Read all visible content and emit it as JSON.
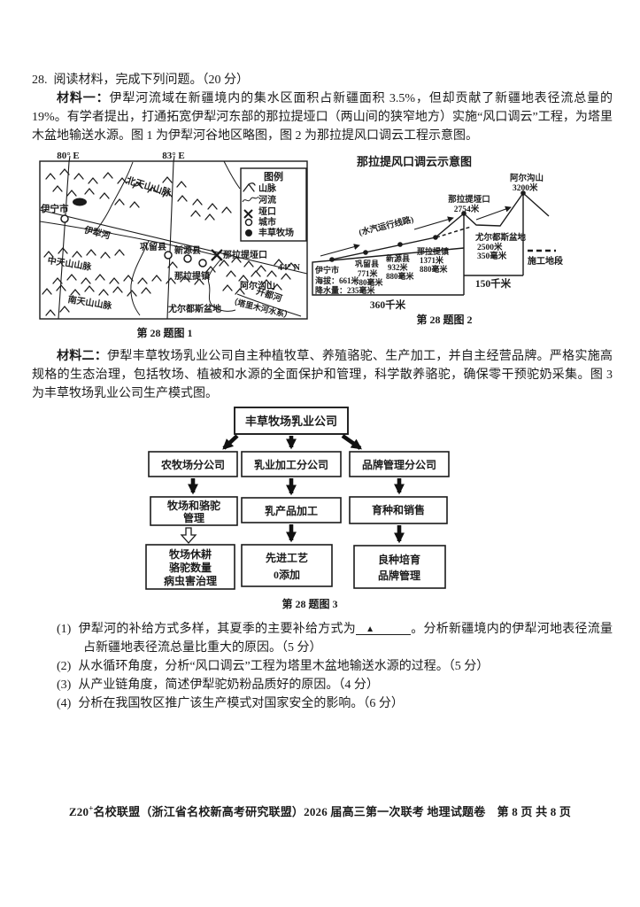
{
  "header": {
    "number": "28.",
    "text": "阅读材料，完成下列问题。（20 分）"
  },
  "material1": {
    "label": "材料一：",
    "text": "伊犁河流域在新疆境内的集水区面积占新疆面积 3.5%，但却贡献了新疆地表径流总量的 19%。有学者提出，打通拓宽伊犁河东部的那拉提垭口（两山间的狭窄地方）实施“风口调云”工程，为塔里木盆地输送水源。图 1 为伊犁河谷地区略图，图 2 为那拉提风口调云工程示意图。"
  },
  "material2": {
    "label": "材料二：",
    "text": "伊犁丰草牧场乳业公司自主种植牧草、养殖骆驼、生产加工，并自主经营品牌。严格实施高规格的生态治理，包括牧场、植被和水源的全面保护和管理，科学散养骆驼，确保零干预驼奶采集。图 3 为丰草牧场乳业公司生产模式图。"
  },
  "fig1": {
    "caption": "第 28 题图 1",
    "lon_left": "80° E",
    "lon_right": "83° E",
    "lat": "44° N",
    "labels": {
      "north_mtn": "北天山山脉",
      "yining": "伊宁市",
      "yili_river": "伊犁河",
      "mid_mtn": "中天山山脉",
      "south_mtn": "南天山山脉",
      "gongliu": "巩留县",
      "xinyuan": "新源县",
      "nlt_pass": "那拉提垭口",
      "nlt_town": "那拉提镇",
      "aergou": "阿尔沟山",
      "kaidu": "开都河",
      "tarim": "（塔里木河水系）",
      "basin": "尤尔都斯盆地"
    },
    "legend": {
      "title": "图例",
      "mountain": "山脉",
      "river": "河流",
      "pass": "垭口",
      "city": "城市",
      "farm": "丰草牧场"
    }
  },
  "fig2": {
    "title": "那拉提风口调云示意图",
    "caption": "第 28 题图 2",
    "vapor": "(水汽运行线路)",
    "construction": "施工地段",
    "dist_main": "360千米",
    "dist_second": "150千米",
    "points": [
      {
        "name": "伊宁市",
        "alt": "海拔：661米",
        "rain": "降水量：235毫米"
      },
      {
        "name": "巩留县",
        "alt": "771米",
        "rain": "780毫米"
      },
      {
        "name": "新源县",
        "alt": "932米",
        "rain": "880毫米"
      },
      {
        "name": "那拉提镇",
        "alt": "1371米",
        "rain": "880毫米"
      },
      {
        "name": "那拉提垭口",
        "alt": "2754米"
      },
      {
        "name": "尤尔都斯盆地",
        "alt": "2500米",
        "rain": "350毫米"
      },
      {
        "name": "阿尔沟山",
        "alt": "3200米"
      }
    ]
  },
  "fig3": {
    "caption": "第 28 题图 3",
    "root": "丰草牧场乳业公司",
    "branches": [
      "农牧场分公司",
      "乳业加工分公司",
      "品牌管理分公司"
    ],
    "level3": [
      [
        "牧场和骆驼",
        "管理"
      ],
      [
        "乳产品加工"
      ],
      [
        "育种和销售"
      ]
    ],
    "level4": [
      [
        "牧场休耕",
        "骆驼数量",
        "病虫害治理"
      ],
      [
        "先进工艺",
        "0添加"
      ],
      [
        "良种培育",
        "品牌管理"
      ]
    ]
  },
  "questions": [
    {
      "num": "(1)",
      "pre": "伊犁河的补给方式多样，其夏季的主要补给方式为",
      "blank": "▲",
      "post": "。分析新疆境内的伊犁河地表径流量占新疆地表径流总量比重大的原因。（5 分）"
    },
    {
      "num": "(2)",
      "text": "从水循环角度，分析“风口调云”工程为塔里木盆地输送水源的过程。（5 分）"
    },
    {
      "num": "(3)",
      "text": "从产业链角度，简述伊犁驼奶粉品质好的原因。（4 分）"
    },
    {
      "num": "(4)",
      "text": "分析在我国牧区推广该生产模式对国家安全的影响。（6 分）"
    }
  ],
  "footer": {
    "brand": "Z20",
    "sup": "+",
    "rest": "名校联盟（浙江省名校新高考研究联盟）2026 届高三第一次联考 地理试题卷　第 8 页 共 8 页"
  }
}
